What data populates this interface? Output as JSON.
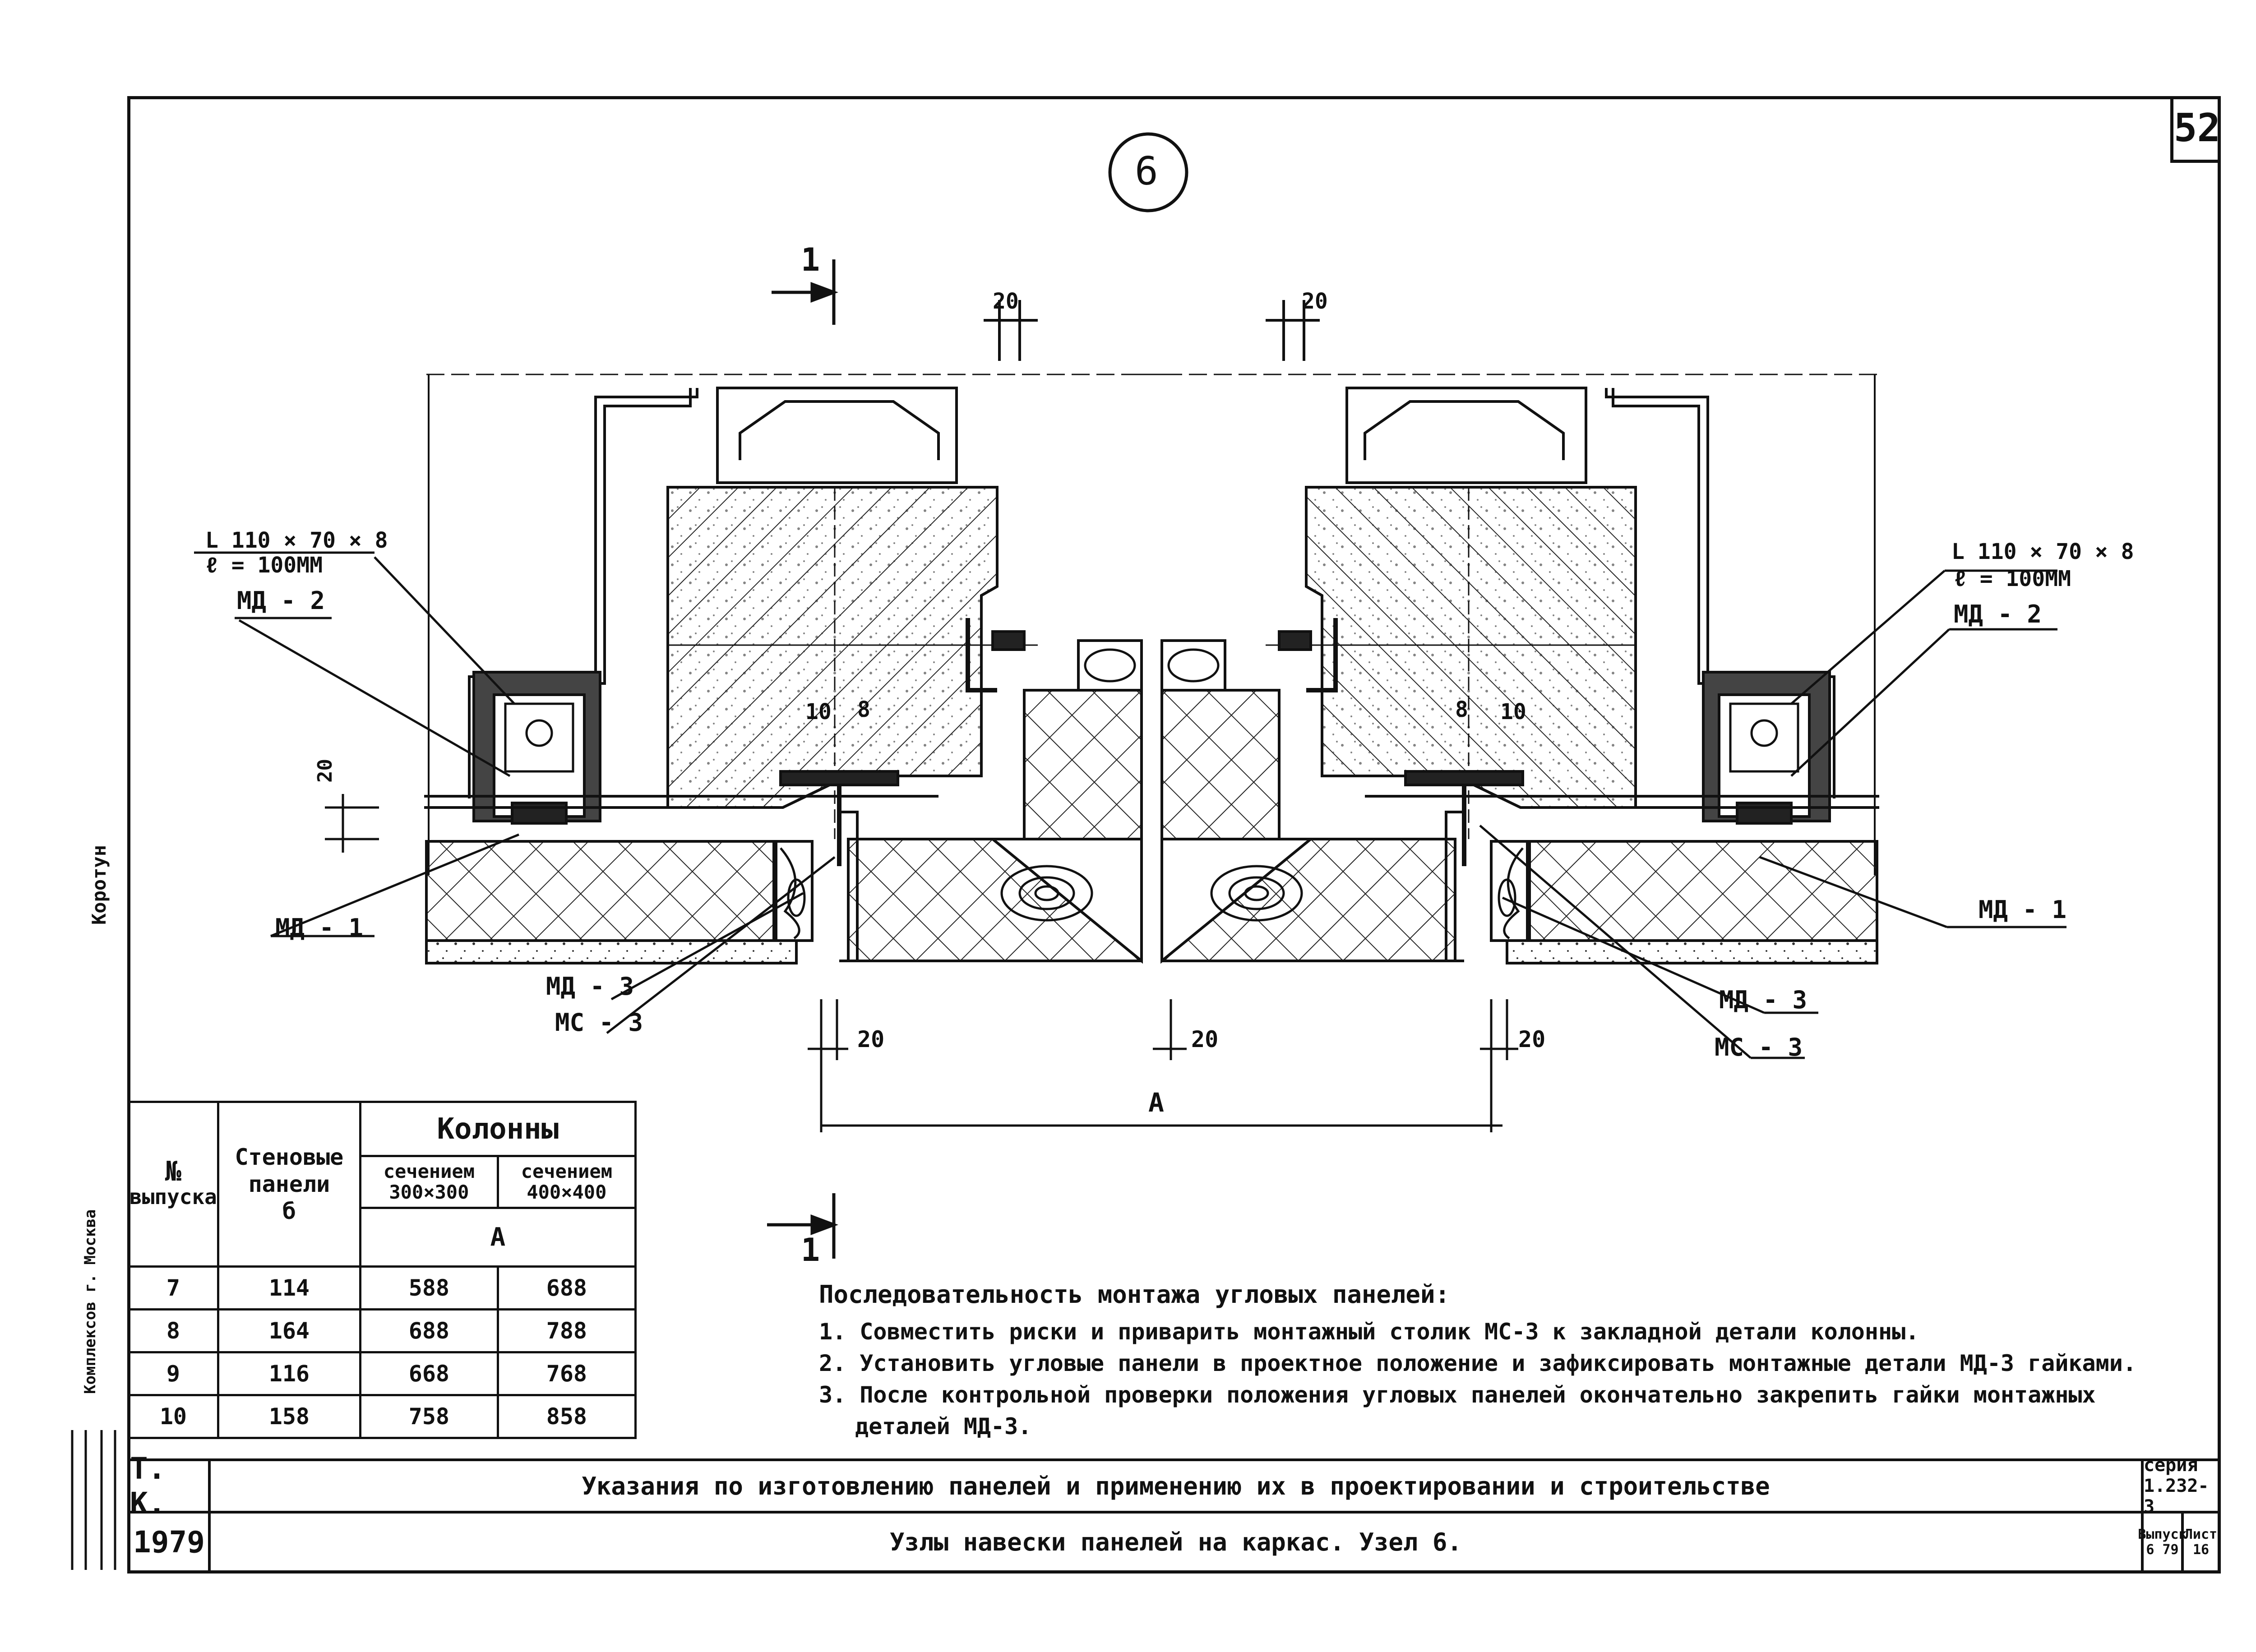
{
  "sheet_number": "52",
  "node_marker": "6",
  "section_marker": "1",
  "left_callouts": {
    "angle": "L 110 × 70 × 8",
    "length": "ℓ = 100ММ",
    "md2": "МД - 2",
    "md1": "МД - 1",
    "md3": "МД - 3",
    "mc3": "МС - 3"
  },
  "right_callouts": {
    "angle": "L 110 × 70 × 8",
    "length": "ℓ = 100ММ",
    "md2": "МД - 2",
    "md1": "МД - 1",
    "md3": "МД - 3",
    "mc3": "МС - 3"
  },
  "dimensions": {
    "top_gap_left": "20",
    "top_gap_right": "20",
    "left_vertical": "20",
    "inner_left_10": "10",
    "inner_left_8": "8",
    "inner_right_8": "8",
    "inner_right_10": "10",
    "bottom_20_left": "20",
    "bottom_20_mid": "20",
    "bottom_20_right": "20",
    "overall": "А"
  },
  "table": {
    "col_no": "№",
    "col_no_sub": "выпуска",
    "col_panels": "Стеновые панели",
    "col_panels_sub": "б",
    "col_columns": "Колонны",
    "col_300": "сечением 300×300",
    "col_400": "сечением 400×400",
    "col_a": "А",
    "rows": [
      {
        "no": "7",
        "panel": "114",
        "c300": "588",
        "c400": "688"
      },
      {
        "no": "8",
        "panel": "164",
        "c300": "688",
        "c400": "788"
      },
      {
        "no": "9",
        "panel": "116",
        "c300": "668",
        "c400": "768"
      },
      {
        "no": "10",
        "panel": "158",
        "c300": "758",
        "c400": "858"
      }
    ]
  },
  "notes": {
    "title": "Последовательность монтажа угловых панелей:",
    "items": [
      "1. Совместить риски и приварить монтажный столик МС-3 к закладной детали колонны.",
      "2. Установить угловые панели в проектное положение и зафиксировать монтажные детали МД-3 гайками.",
      "3. После контрольной проверки положения угловых панелей окончательно закрепить гайки монтажных",
      "деталей МД-3."
    ]
  },
  "stamp": {
    "org": "Т. К.",
    "year": "1979",
    "title": "Указания по изготовлению панелей и применению их в проектировании и строительстве",
    "subtitle": "Узлы навески панелей на каркас.   Узел 6.",
    "series": "серия 1.232-3",
    "issue_label": "Выпуск",
    "issue_value": "6 79",
    "sheet_label": "Лист",
    "sheet_value": "16"
  },
  "side_stamp": {
    "city": "Комплексов г. Москва",
    "name": "Коротун"
  }
}
